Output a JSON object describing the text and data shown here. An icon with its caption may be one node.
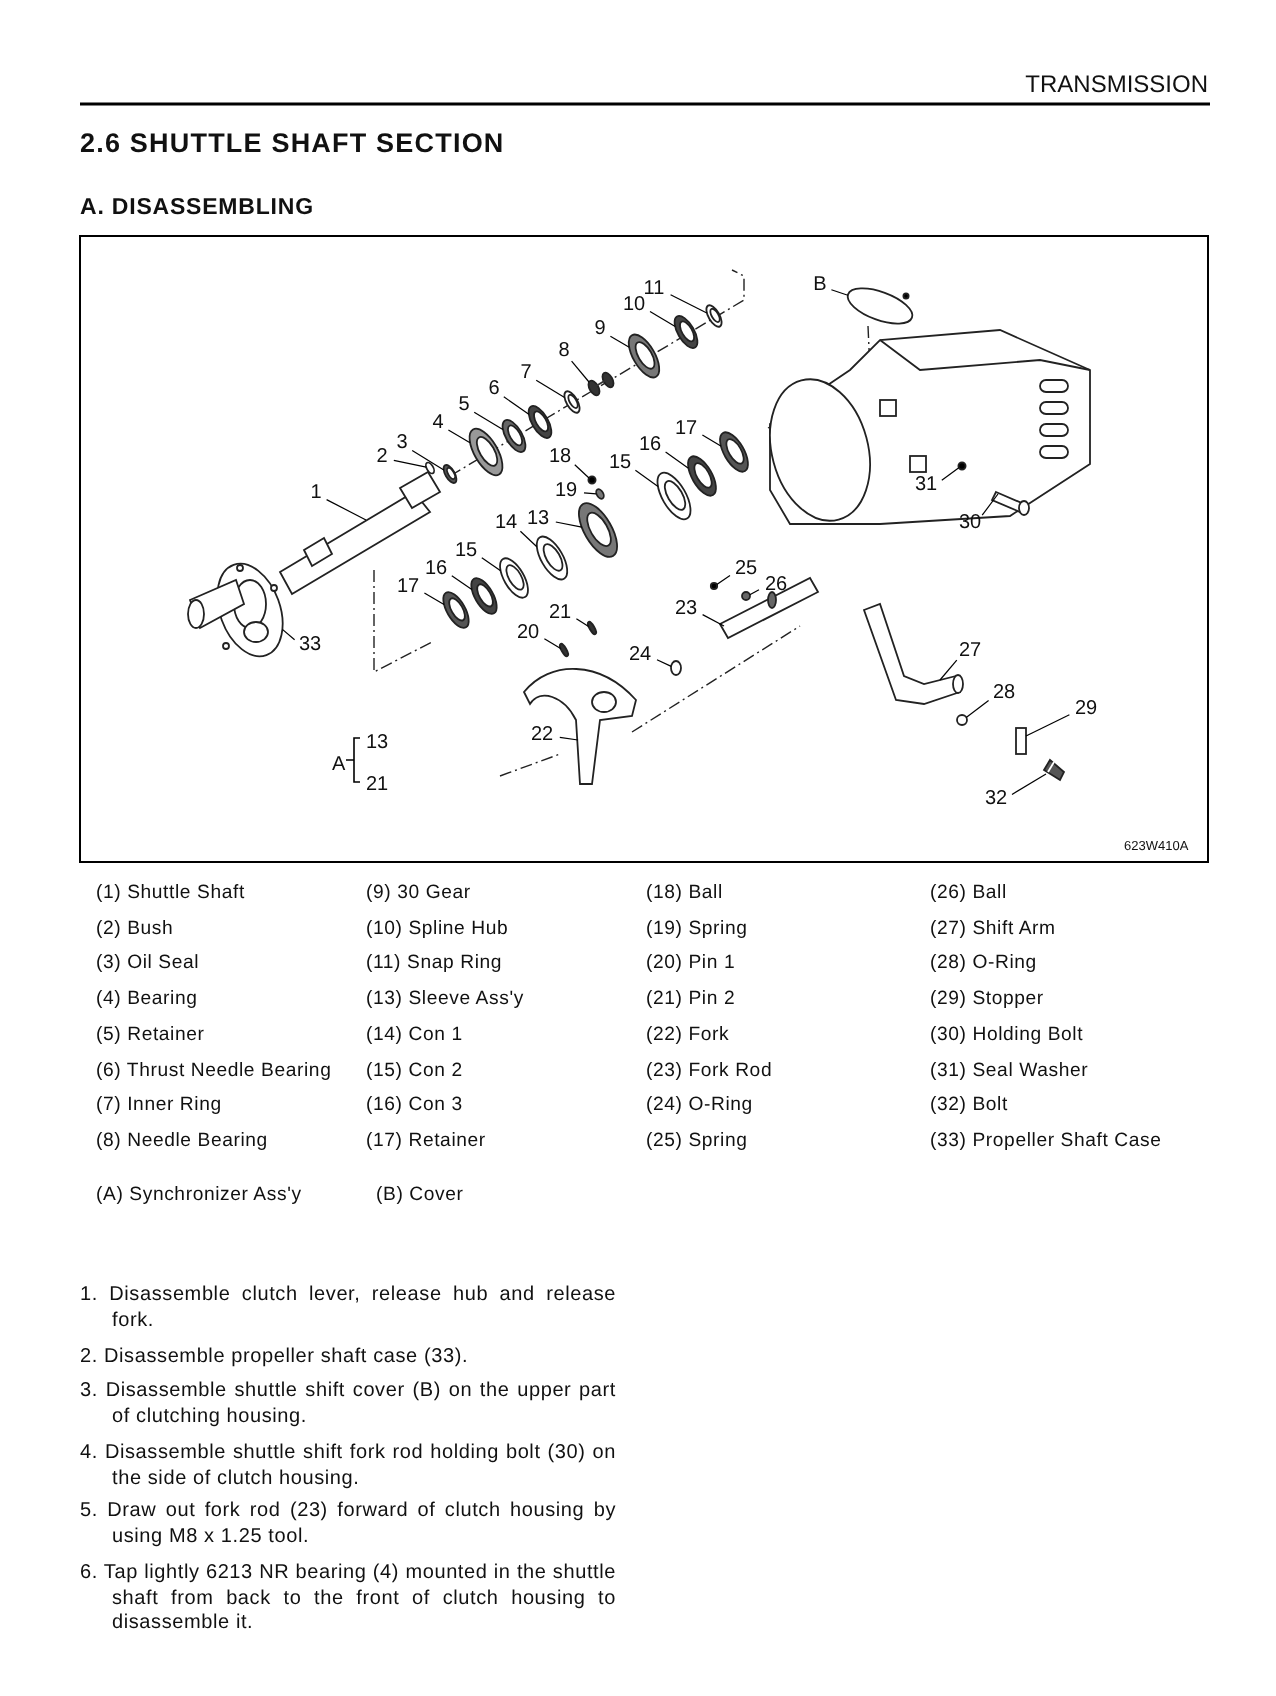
{
  "diagram": {
    "title": "2.6 SHUTTLE SHAFT SECTION",
    "nodes": [
      {
        "text": [
          "11"
        ]
      },
      {
        "text": [
          "B"
        ]
      },
      {
        "text": [
          "10"
        ]
      },
      {
        "text": [
          "9"
        ]
      },
      {
        "text": [
          "8"
        ]
      },
      {
        "text": [
          "7"
        ]
      },
      {
        "text": [
          "6"
        ]
      },
      {
        "text": [
          "5"
        ]
      },
      {
        "text": [
          "4"
        ]
      },
      {
        "text": [
          "17"
        ]
      },
      {
        "text": [
          "3"
        ]
      },
      {
        "text": [
          "16"
        ]
      },
      {
        "text": [
          "2"
        ]
      },
      {
        "text": [
          "15"
        ]
      },
      {
        "text": [
          "18"
        ]
      },
      {
        "text": [
          "31"
        ]
      },
      {
        "text": [
          "1"
        ]
      },
      {
        "text": [
          "19"
        ]
      },
      {
        "text": [
          "13"
        ]
      },
      {
        "text": [
          "30"
        ]
      },
      {
        "text": [
          "14"
        ]
      },
      {
        "text": [
          "15"
        ]
      },
      {
        "text": [
          "25"
        ]
      },
      {
        "text": [
          "16"
        ]
      },
      {
        "text": [
          "26"
        ]
      },
      {
        "text": [
          "17"
        ]
      },
      {
        "text": [
          "21"
        ]
      },
      {
        "text": [
          "23"
        ]
      },
      {
        "text": [
          "20"
        ]
      },
      {
        "text": [
          "33"
        ]
      },
      {
        "text": [
          "24"
        ]
      },
      {
        "text": [
          "27"
        ]
      },
      {
        "text": [
          "28"
        ]
      },
      {
        "text": [
          "29"
        ]
      },
      {
        "text": [
          "22"
        ]
      },
      {
        "text": [
          "32"
        ]
      },
      {
        "text": [],
        "shape": "ring"
      },
      {
        "text": [],
        "shape": "circle"
      },
      {
        "text": [],
        "shape": "ring"
      },
      {
        "text": [],
        "shape": "ring"
      },
      {
        "text": [],
        "shape": "picture"
      },
      {
        "text": [],
        "shape": "ring"
      },
      {
        "text": [],
        "shape": "ring"
      },
      {
        "text": [],
        "shape": "ring"
      },
      {
        "text": [],
        "shape": "ring"
      },
      {
        "text": [],
        "shape": "ring"
      },
      {
        "text": [],
        "shape": "ring"
      },
      {
        "text": [],
        "shape": "ring"
      },
      {
        "text": [],
        "shape": "circle"
      },
      {
        "text": [],
        "shape": "ring"
      },
      {
        "text": [],
        "shape": "circle"
      },
      {
        "text": [],
        "shape": "circle"
      },
      {
        "text": [],
        "shape": "picture"
      },
      {
        "text": [],
        "shape": "circle"
      },
      {
        "text": [],
        "shape": "ring"
      },
      {
        "text": [],
        "shape": "picture"
      },
      {
        "text": [],
        "shape": "ring"
      },
      {
        "text": [],
        "shape": "ring"
      },
      {
        "text": [],
        "shape": "circle"
      },
      {
        "text": [],
        "shape": "ring"
      },
      {
        "text": [],
        "shape": "circle"
      },
      {
        "text": [],
        "shape": "ring"
      },
      {
        "text": [],
        "shape": "circle"
      },
      {
        "text": [],
        "shape": "picture"
      },
      {
        "text": [],
        "shape": "circle"
      },
      {
        "text": [],
        "shape": "picture"
      },
      {
        "text": [],
        "shape": "circle"
      },
      {
        "text": [],
        "shape": "picture"
      },
      {
        "text": [],
        "shape": "circle"
      },
      {
        "text": [],
        "shape": "box"
      },
      {
        "text": [],
        "shape": "picture"
      },
      {
        "text": [],
        "shape": "picture"
      }
    ],
    "edges": [
      {
        "from": 0,
        "to": 36,
        "arrow": "none"
      },
      {
        "from": 1,
        "to": 37,
        "arrow": "none"
      },
      {
        "from": 2,
        "to": 38,
        "arrow": "none"
      },
      {
        "from": 3,
        "to": 39,
        "arrow": "none"
      },
      {
        "from": 4,
        "to": 40,
        "arrow": "none"
      },
      {
        "from": 5,
        "to": 41,
        "arrow": "none"
      },
      {
        "from": 6,
        "to": 42,
        "arrow": "none"
      },
      {
        "from": 7,
        "to": 43,
        "arrow": "none"
      },
      {
        "from": 8,
        "to": 44,
        "arrow": "none"
      },
      {
        "from": 9,
        "to": 45,
        "arrow": "none"
      },
      {
        "from": 10,
        "to": 46,
        "arrow": "none"
      },
      {
        "from": 11,
        "to": 47,
        "arrow": "none"
      },
      {
        "from": 12,
        "to": 48,
        "arrow": "none"
      },
      {
        "from": 13,
        "to": 49,
        "arrow": "none"
      },
      {
        "from": 14,
        "to": 50,
        "arrow": "none"
      },
      {
        "from": 15,
        "to": 51,
        "arrow": "none"
      },
      {
        "from": 16,
        "to": 52,
        "arrow": "none"
      },
      {
        "from": 17,
        "to": 53,
        "arrow": "none"
      },
      {
        "from": 18,
        "to": 54,
        "arrow": "none"
      },
      {
        "from": 19,
        "to": 55,
        "arrow": "none"
      },
      {
        "from": 20,
        "to": 56,
        "arrow": "none"
      },
      {
        "from": 21,
        "to": 57,
        "arrow": "none"
      },
      {
        "from": 22,
        "to": 58,
        "arrow": "none"
      },
      {
        "from": 23,
        "to": 59,
        "arrow": "none"
      },
      {
        "from": 24,
        "to": 60,
        "arrow": "none"
      },
      {
        "from": 25,
        "to": 61,
        "arrow": "none"
      },
      {
        "from": 26,
        "to": 62,
        "arrow": "none"
      },
      {
        "from": 27,
        "to": 63,
        "arrow": "none"
      },
      {
        "from": 28,
        "to": 64,
        "arrow": "none"
      },
      {
        "from": 29,
        "to": 65,
        "arrow": "none"
      },
      {
        "from": 30,
        "to": 66,
        "arrow": "none"
      },
      {
        "from": 31,
        "to": 67,
        "arrow": "none"
      },
      {
        "from": 32,
        "to": 68,
        "arrow": "none"
      },
      {
        "from": 33,
        "to": 69,
        "arrow": "none"
      },
      {
        "from": 34,
        "to": 70,
        "arrow": "none"
      },
      {
        "from": 35,
        "to": 71,
        "arrow": "none"
      }
    ],
    "labels": [
      "TRANSMISSION",
      "A. DISASSEMBLING",
      "A",
      "13",
      "21",
      "623W410A",
      "(1) Shuttle Shaft",
      "(9) 30 Gear",
      "(18) Ball",
      "(26) Ball",
      "(2) Bush",
      "(10) Spline Hub",
      "(19) Spring",
      "(27) Shift Arm",
      "(3) Oil Seal",
      "(11) Snap Ring",
      "(20) Pin 1",
      "(28) O-Ring",
      "(4) Bearing",
      "(13) Sleeve Ass'y",
      "(21) Pin 2",
      "(29) Stopper",
      "(5) Retainer",
      "(14) Con 1",
      "(22) Fork",
      "(30) Holding Bolt",
      "(6) Thrust Needle Bearing",
      "(15) Con 2",
      "(23) Fork Rod",
      "(31) Seal Washer",
      "(7) Inner Ring",
      "(16) Con 3",
      "(24) O-Ring",
      "(32) Bolt",
      "(8) Needle Bearing",
      "(17) Retainer",
      "(25) Spring",
      "(33) Propeller Shaft Case",
      "(A) Synchronizer Ass'y",
      "(B) Cover",
      "1. Disassemble clutch lever, release hub and release fork.",
      "2. Disassemble propeller shaft case (33).",
      "3. Disassemble shuttle shift cover (B) on the upper part of clutching housing.",
      "4. Disassemble shuttle shift fork rod holding bolt (30) on the side of clutch housing.",
      "5. Draw out fork rod (23) forward of clutch housing by using M8 x 1.25 tool.",
      "6. Tap lightly 6213 NR bearing (4) mounted in the shuttle shaft from back to the front of clutch housing to disassemble it."
    ]
  }
}
